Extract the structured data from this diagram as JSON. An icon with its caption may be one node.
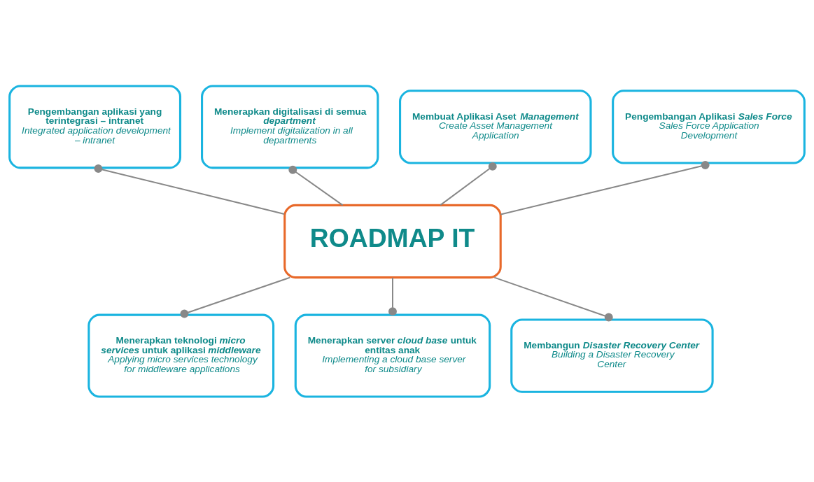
{
  "diagram": {
    "nodes": [
      {
        "text": [
          "Pengembangan aplikasi yang terintegrasi – intranet",
          "Integrated application development – intranet"
        ]
      },
      {
        "text": [
          "Menerapkan digitalisasi di semua *department*",
          "Implement digitalization in all departments"
        ]
      },
      {
        "text": [
          "Membuat Aplikasi Aset *Management*",
          "Create Asset Management Application"
        ]
      },
      {
        "text": [
          "Pengembangan Aplikasi *Sales Force*",
          "Sales Force Application Development"
        ]
      },
      {
        "text": [
          "ROADMAP IT"
        ]
      },
      {
        "text": [
          "Menerapkan teknologi *micro services* untuk aplikasi *middleware*",
          "Applying micro services technology for middleware applications"
        ]
      },
      {
        "text": [
          "Menerapkan server *cloud base* untuk entitas anak",
          "Implementing a cloud base server for subsidiary"
        ]
      },
      {
        "text": [
          "Membangun *Disaster Recovery Center*",
          "Building a Disaster Recovery Center"
        ]
      }
    ],
    "edges": [
      {
        "from": 4,
        "to": 0,
        "arrow": "other"
      },
      {
        "from": 4,
        "to": 1,
        "arrow": "other"
      },
      {
        "from": 4,
        "to": 2,
        "arrow": "other"
      },
      {
        "from": 4,
        "to": 3,
        "arrow": "other"
      },
      {
        "from": 4,
        "to": 5,
        "arrow": "other"
      },
      {
        "from": 4,
        "to": 6,
        "arrow": "other"
      },
      {
        "from": 4,
        "to": 7,
        "arrow": "other"
      }
    ]
  }
}
